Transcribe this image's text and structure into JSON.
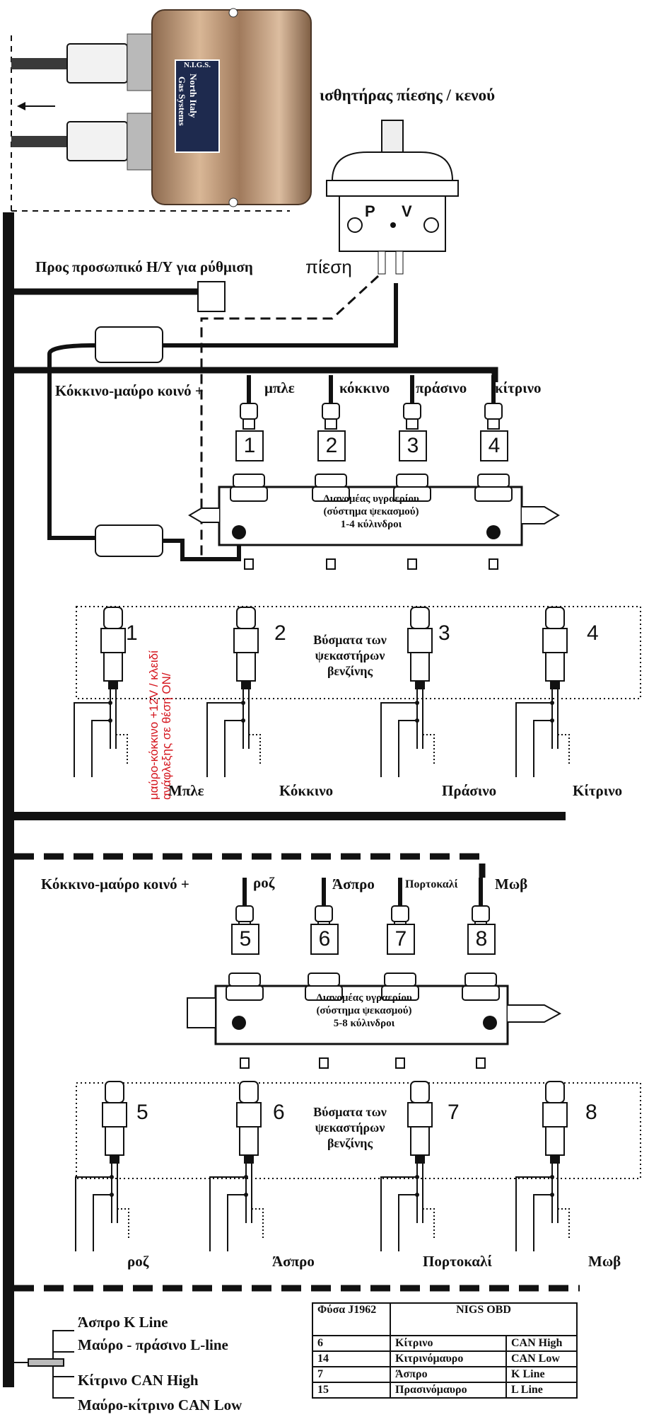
{
  "ecu": {
    "brand_line1": "North Italy",
    "brand_line2": "Gas Systems",
    "logo": "N.I.G.S."
  },
  "sensor": {
    "title": "ισθητήρας πίεσης / κενού",
    "p_label": "P",
    "v_label": "V",
    "pressure_label": "πίεση"
  },
  "pc_label": "Προς προσωπικό Η/Υ για ρύθμιση",
  "bank1": {
    "common_label": "Κόκκινο-μαύρο κοινό +",
    "wire_labels": [
      "μπλε",
      "κόκκινο",
      "πράσινο",
      "κίτρινο"
    ],
    "numbers": [
      "1",
      "2",
      "3",
      "4"
    ],
    "rail_line1": "Διανομέας υγραερίου",
    "rail_line2": "(σύστημα ψεκασμού)",
    "rail_line3": "1-4 κύλινδροι",
    "plug_title_1": "Βύσματα των",
    "plug_title_2": "ψεκαστήρων",
    "plug_title_3": "βενζίνης",
    "plug_numbers": [
      "1",
      "2",
      "3",
      "4"
    ],
    "bottom_labels": [
      "Μπλε",
      "Κόκκινο",
      "Πράσινο",
      "Κίτρινο"
    ],
    "red_note_1": "μαύρο-κόκκινο +12V / κλειδί",
    "red_note_2": "ανάφλεξης σε θέση ON/"
  },
  "bank2": {
    "common_label": "Κόκκινο-μαύρο κοινό +",
    "wire_labels": [
      "ροζ",
      "Άσπρο",
      "Πορτοκαλί",
      "Μωβ"
    ],
    "numbers": [
      "5",
      "6",
      "7",
      "8"
    ],
    "rail_line1": "Διανομέας υγραερίου",
    "rail_line2": "(σύστημα ψεκασμού)",
    "rail_line3": "5-8 κύλινδροι",
    "plug_title_1": "Βύσματα των",
    "plug_title_2": "ψεκαστήρων",
    "plug_title_3": "βενζίνης",
    "plug_numbers": [
      "5",
      "6",
      "7",
      "8"
    ],
    "bottom_labels": [
      "ροζ",
      "Άσπρο",
      "Πορτοκαλί",
      "Μωβ"
    ]
  },
  "obd_wires": [
    "Άσπρο K Line",
    "Μαύρο - πράσινο L-line",
    "Κίτρινο CAN High",
    "Μαύρο-κίτρινο CAN Low"
  ],
  "obd_table": {
    "header_col1": "Φύσα J1962",
    "header_col2": "NIGS OBD",
    "rows": [
      [
        "6",
        "Κίτρινο",
        "CAN High"
      ],
      [
        "14",
        "Κιτρινόμαυρο",
        "CAN Low"
      ],
      [
        "7",
        "Άσπρο",
        "K Line"
      ],
      [
        "15",
        "Πρασινόμαυρο",
        "L Line"
      ]
    ]
  },
  "colors": {
    "wire": "#111111",
    "ecu_body": "#b38a6a",
    "red_note": "#d4141c"
  }
}
